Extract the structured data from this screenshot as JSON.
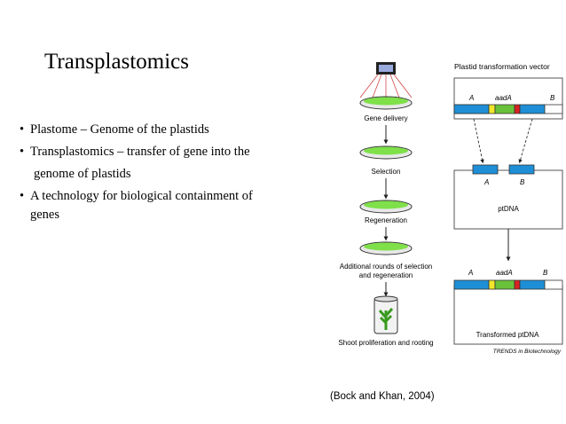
{
  "slide": {
    "title": "Transplastomics",
    "bullets": [
      "Plastome – Genome of the plastids",
      "Transplastomics – transfer of gene into the",
      "genome of plastids",
      "A technology for biological containment of",
      "genes"
    ],
    "citation": "(Bock and Khan, 2004)"
  },
  "figure": {
    "left_steps": [
      "Gene delivery",
      "Selection",
      "Regeneration",
      "Additional rounds of selection",
      "and regeneration",
      "Shoot proliferation and rooting"
    ],
    "right_title": "Plastid transformation vector",
    "vector_labels": {
      "a": "A",
      "gene": "aadA",
      "b": "B"
    },
    "ptdna_label": "ptDNA",
    "transformed_label": "Transformed ptDNA",
    "credit": "TRENDS in Biotechnology",
    "colors": {
      "flank": "#1e8fd6",
      "aada": "#6ac13a",
      "promoter": "#f1e62a",
      "terminator": "#d82222",
      "plate": "#7fe04a"
    }
  }
}
